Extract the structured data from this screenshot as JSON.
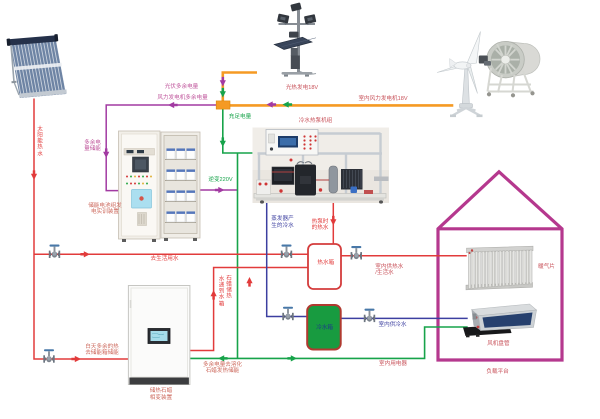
{
  "diagram_type": "renewable-energy-hvac-system-schematic",
  "colors": {
    "red": "#e23b3b",
    "blue": "#3c3fa0",
    "green": "#17a34a",
    "purple": "#a23aa2",
    "orange": "#f59a23",
    "house": "#b5388e",
    "pink": "#c0569c",
    "caption": "#c8525a",
    "salmon": "#cd6a5e",
    "navy": "#1e3a8a",
    "tank_green": "#189b40",
    "tank_border_hot": "#d43c3c",
    "tank_border_cold": "#b03a30"
  },
  "electric": {
    "pv_surplus": "光伏多余电量",
    "wind_surplus": "风力发电机多余电量",
    "sufficient": "充足电量",
    "surplus_storage": "多余电\n量储能",
    "inverter_220v": "逆变220V",
    "pv_generation_18v": "光热发电18V",
    "indoor_wind_turbine_18v": "室内风力发电机18V",
    "indoor_appliances": "室内用电器",
    "surplus_to_paraffin": "多余电量去溶化\n石蜡发热储能"
  },
  "water": {
    "solar_hot_water": "太阳能热水",
    "to_domestic_water": "去生活用水",
    "day_surplus_heat": "白天多余的热\n去储能箱储能",
    "paraffin_heat_to_tank": {
      "col_right": "石蜡储热",
      "col_left": "水递到水箱"
    },
    "heat_pump_hot_water": "热泵时\n的热水",
    "evaporator_cold_water": "蒸发器产\n生的冷水",
    "indoor_hot_supply": "室内供热水\n/生活水",
    "indoor_cold_supply": "室内供冷水"
  },
  "equipment": {
    "battery_cabinet": "储能电池组发\n电实训装置",
    "heat_pump_unit": "冷水热泵机组",
    "paraffin_device": "储热石蜡\n相变装置",
    "hot_tank": "热水箱",
    "cold_tank": "冷水箱",
    "radiator": "暖气片",
    "fan_coil": "风机盘管",
    "load_platform": "负载平台"
  }
}
